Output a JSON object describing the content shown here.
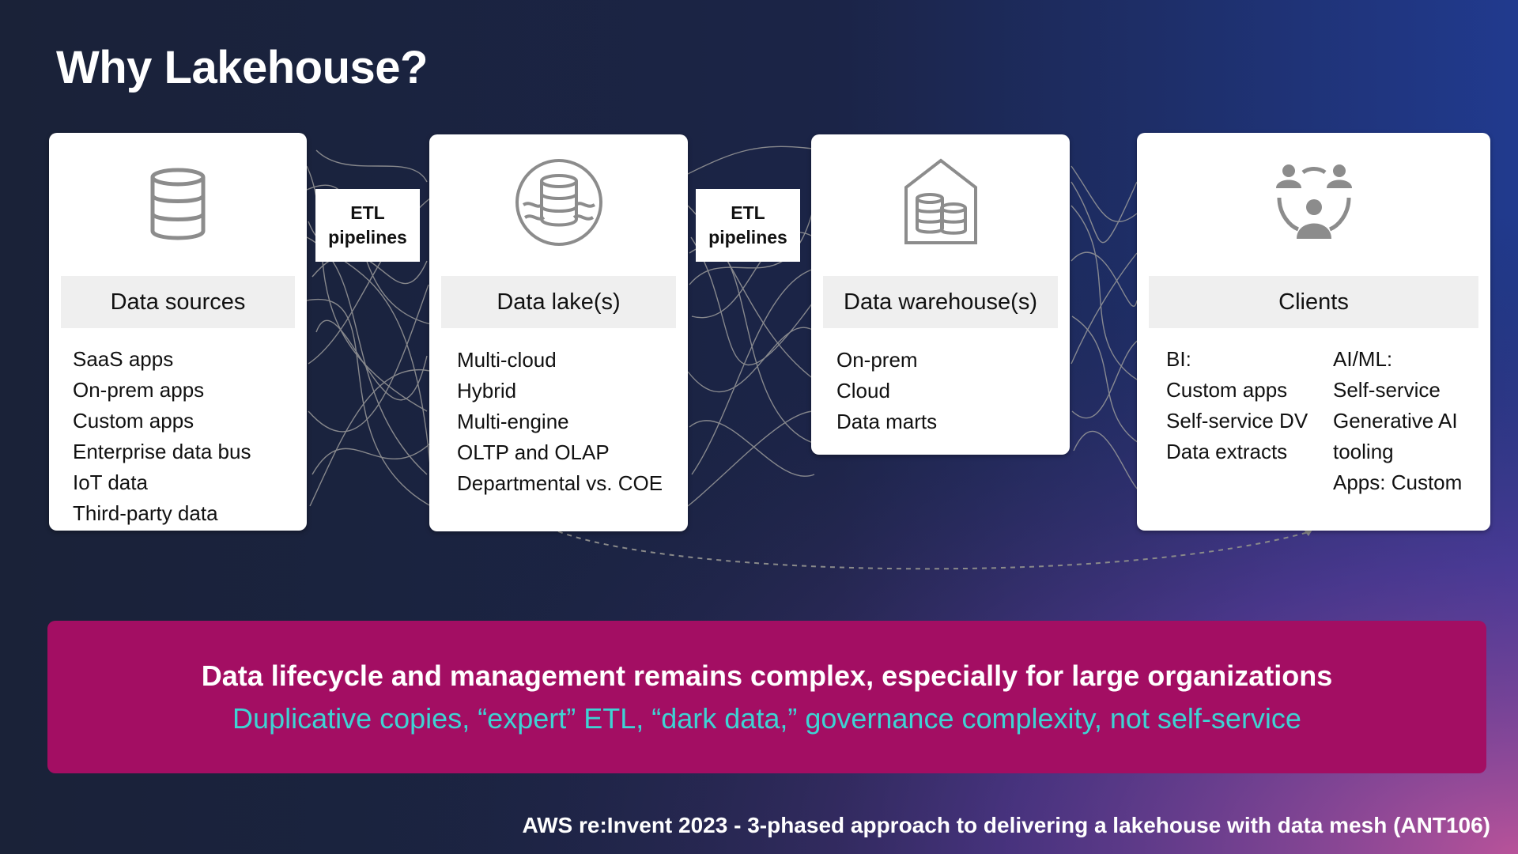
{
  "slide": {
    "title": "Why Lakehouse?",
    "footer": "AWS re:Invent 2023 - 3-phased approach to delivering a lakehouse with data mesh (ANT106)"
  },
  "etl_boxes": [
    {
      "line1": "ETL",
      "line2": "pipelines"
    },
    {
      "line1": "ETL",
      "line2": "pipelines"
    }
  ],
  "cards": {
    "sources": {
      "header": "Data sources",
      "icon": "database-icon",
      "items": [
        "SaaS apps",
        "On-prem apps",
        "Custom apps",
        "Enterprise data bus",
        "IoT data",
        "Third-party data"
      ]
    },
    "lake": {
      "header": "Data lake(s)",
      "icon": "data-lake-icon",
      "items": [
        "Multi-cloud",
        "Hybrid",
        "Multi-engine",
        "OLTP and OLAP",
        "Departmental vs. COE"
      ]
    },
    "warehouse": {
      "header": "Data warehouse(s)",
      "icon": "warehouse-icon",
      "items": [
        "On-prem",
        "Cloud",
        "Data marts"
      ]
    },
    "clients": {
      "header": "Clients",
      "icon": "users-icon",
      "col1": [
        "BI:",
        "Custom apps",
        "Self-service DV",
        "Data extracts"
      ],
      "col2": [
        "AI/ML:",
        "Self-service",
        "Generative AI",
        "tooling",
        "Apps: Custom"
      ]
    }
  },
  "banner": {
    "line1": "Data lifecycle and management remains complex, especially for large organizations",
    "line2": "Duplicative copies, “expert” ETL, “dark data,” governance complexity, not self-service"
  },
  "colors": {
    "banner_bg": "#a30e63",
    "banner_accent_text": "#3ed3d3",
    "icon_gray": "#8c8c8c"
  }
}
